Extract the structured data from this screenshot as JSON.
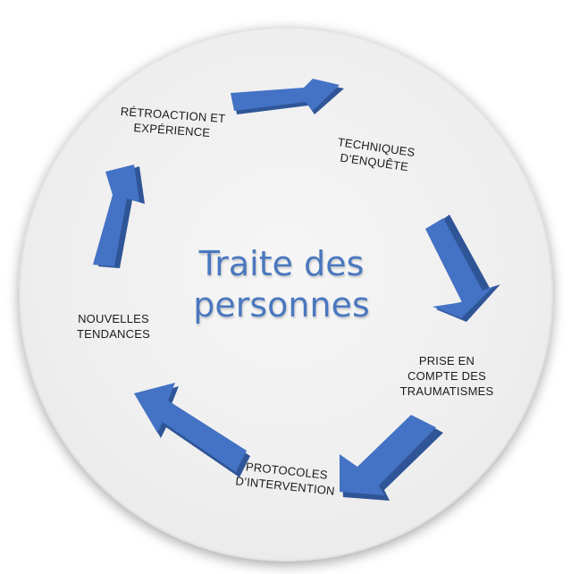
{
  "title": {
    "line1": "Traite des",
    "line2": "personnes"
  },
  "stages": [
    {
      "lines": [
        "RÉTROACTION ET",
        "EXPÉRIENCE"
      ]
    },
    {
      "lines": [
        "TECHNIQUES",
        "D’ENQUÊTE"
      ]
    },
    {
      "lines": [
        "PRISE EN",
        "COMPTE DES",
        "TRAUMATISMES"
      ]
    },
    {
      "lines": [
        "PROTOCOLES",
        "D’INTERVENTION"
      ]
    },
    {
      "lines": [
        "NOUVELLES",
        "TENDANCES"
      ]
    }
  ],
  "colors": {
    "arrow_face": "#4472c4",
    "arrow_side": "#2f5597",
    "title": "#4a78bf",
    "label": "#1b1b1b",
    "disc": "#eeeeee"
  }
}
